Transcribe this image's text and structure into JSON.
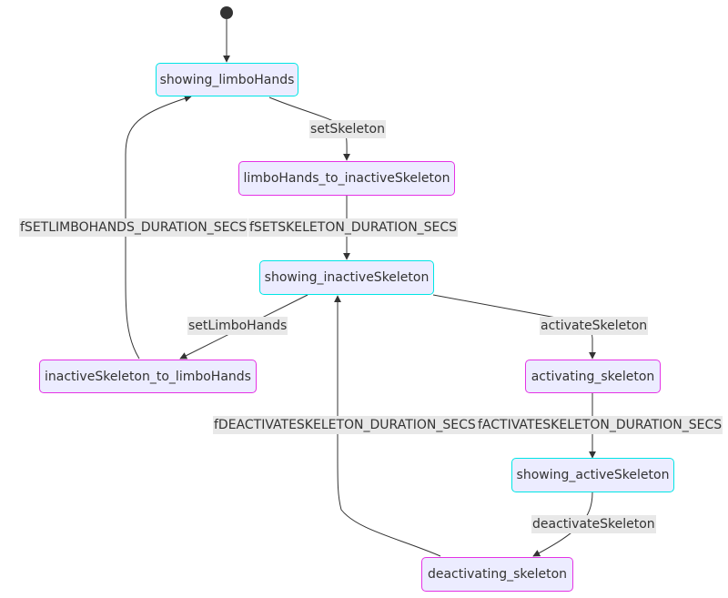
{
  "diagram": {
    "nodes": {
      "showing_limboHands": "showing_limboHands",
      "limboHands_to_inactiveSkeleton": "limboHands_to_inactiveSkeleton",
      "showing_inactiveSkeleton": "showing_inactiveSkeleton",
      "inactiveSkeleton_to_limboHands": "inactiveSkeleton_to_limboHands",
      "activating_skeleton": "activating_skeleton",
      "showing_activeSkeleton": "showing_activeSkeleton",
      "deactivating_skeleton": "deactivating_skeleton"
    },
    "edges": {
      "setSkeleton": "setSkeleton",
      "fSETSKELETON_DURATION_SECS": "fSETSKELETON_DURATION_SECS",
      "fSETLIMBOHANDS_DURATION_SECS": "fSETLIMBOHANDS_DURATION_SECS",
      "setLimboHands": "setLimboHands",
      "activateSkeleton": "activateSkeleton",
      "fACTIVATESKELETON_DURATION_SECS": "fACTIVATESKELETON_DURATION_SECS",
      "deactivateSkeleton": "deactivateSkeleton",
      "fDEACTIVATESKELETON_DURATION_SECS": "fDEACTIVATESKELETON_DURATION_SECS"
    },
    "colors": {
      "node_fill": "#ececff",
      "steady_state_border": "#00e5e5",
      "transition_state_border": "#e533e5",
      "edge": "#333333",
      "label_background": "#e8e8e8"
    }
  }
}
